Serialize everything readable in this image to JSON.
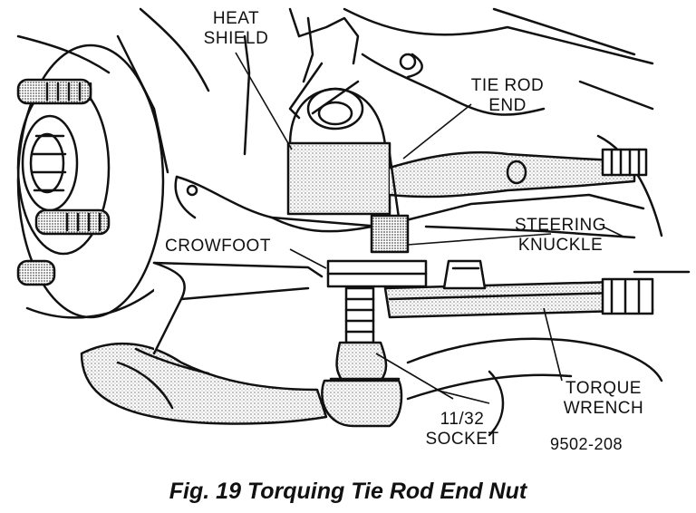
{
  "labels": {
    "heat_shield": [
      "HEAT",
      "SHIELD"
    ],
    "tie_rod_end": [
      "TIE ROD",
      "END"
    ],
    "crowfoot": "CROWFOOT",
    "steering_knuckle": [
      "STEERING",
      "KNUCKLE"
    ],
    "torque_wrench": [
      "TORQUE",
      "WRENCH"
    ],
    "socket": [
      "11/32",
      "SOCKET"
    ],
    "figure_number": "9502-208"
  },
  "caption": "Fig. 19 Torquing Tie Rod End Nut"
}
